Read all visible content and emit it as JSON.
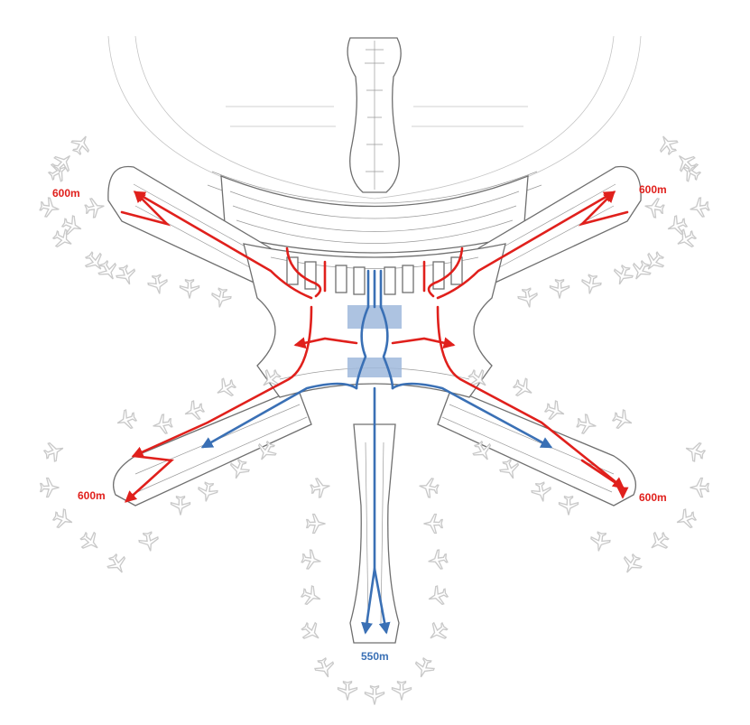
{
  "labels": {
    "nw": "600m",
    "ne": "600m",
    "sw": "600m",
    "se": "600m",
    "s": "550m"
  },
  "colors": {
    "international_route": "#e0201c",
    "domestic_route": "#3a70b5",
    "building_outline": "#6f6f6f",
    "plane_grey": "#c9c9c9"
  }
}
